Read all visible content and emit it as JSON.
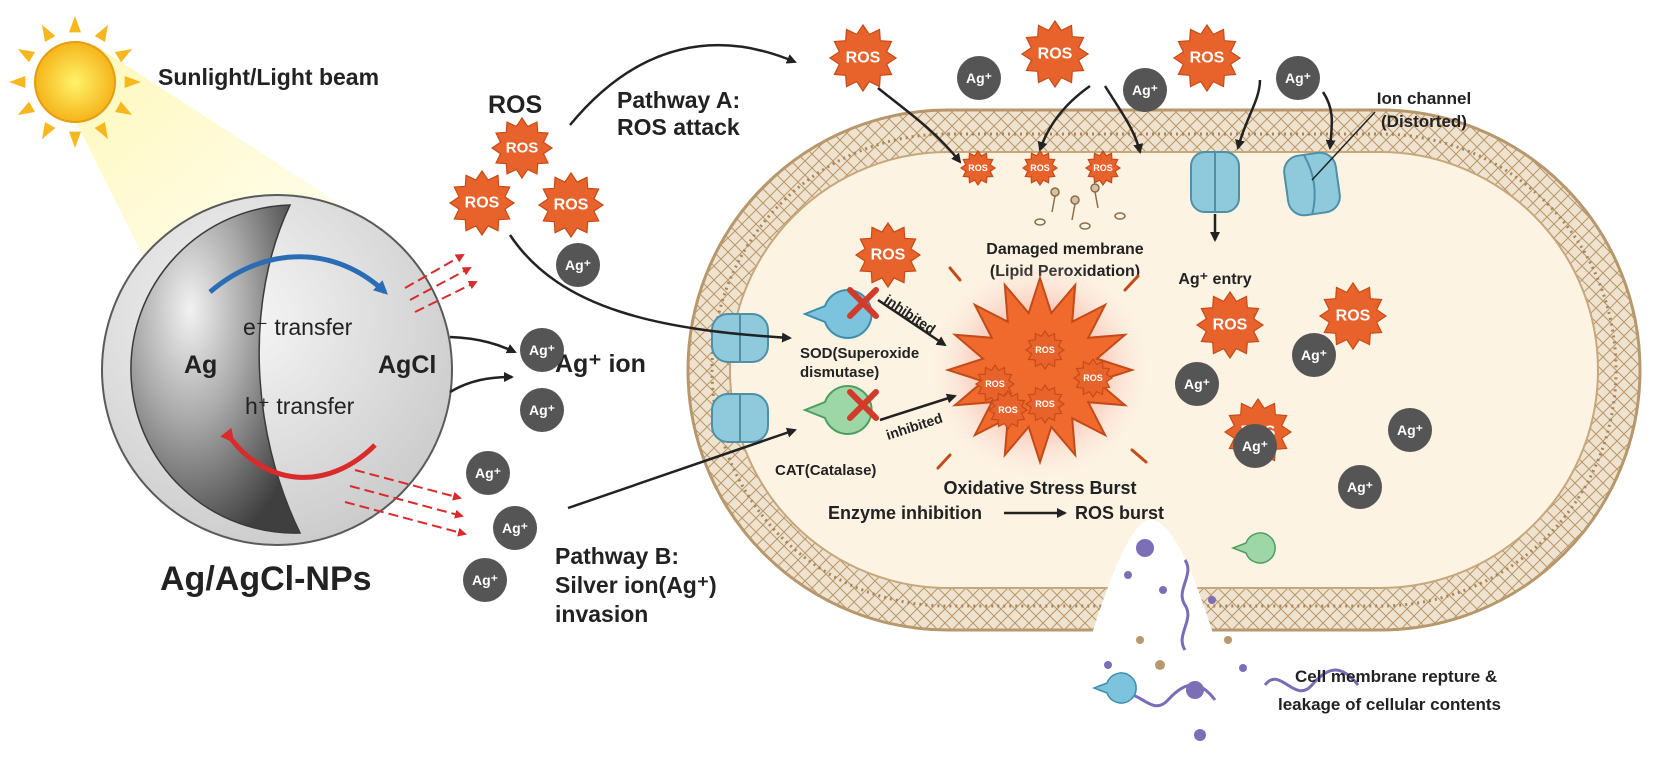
{
  "colors": {
    "ros": "#e8622c",
    "ag_ion": "#555555",
    "cell_interior": "#fdf3e3",
    "membrane": "#c9a880",
    "channel": "#8ec9dc",
    "sod": "#7cc3dd",
    "cat": "#9dd7a8",
    "inhibit_mark": "#d23a2a",
    "arrow_red": "#d92b2b",
    "arrow_blue": "#2a6db5",
    "sun": "#f7c31c"
  },
  "source": {
    "light_label": "Sunlight/Light beam",
    "e_transfer": "e⁻ transfer",
    "h_transfer": "h⁺ transfer",
    "core_label": "Ag",
    "shell_label": "AgCl",
    "particle_label": "Ag/AgCl-NPs"
  },
  "species": {
    "ros_heading": "ROS",
    "ros": "ROS",
    "ag_ion": "Ag⁺",
    "ag_ion_label": "Ag⁺ ion"
  },
  "pathways": {
    "a_line1": "Pathway A:",
    "a_line2": "ROS attack",
    "b_line1": "Pathway B:",
    "b_line2": "Silver ion(Ag⁺)",
    "b_line3": "invasion"
  },
  "cell": {
    "ion_channel_line1": "Ion channel",
    "ion_channel_line2": "(Distorted)",
    "damaged_line1": "Damaged membrane",
    "damaged_line2": "(Lipid Peroxidation)",
    "ag_entry": "Ag⁺ entry",
    "inhibited": "inhibited",
    "sod_line1": "SOD(Superoxide",
    "sod_line2": "dismutase)",
    "cat": "CAT(Catalase)",
    "burst": "Oxidative Stress Burst",
    "enzyme_inhibition": "Enzyme inhibition",
    "ros_burst": "ROS burst",
    "rupture_line1": "Cell membrane repture &",
    "rupture_line2": "leakage of cellular contents"
  }
}
